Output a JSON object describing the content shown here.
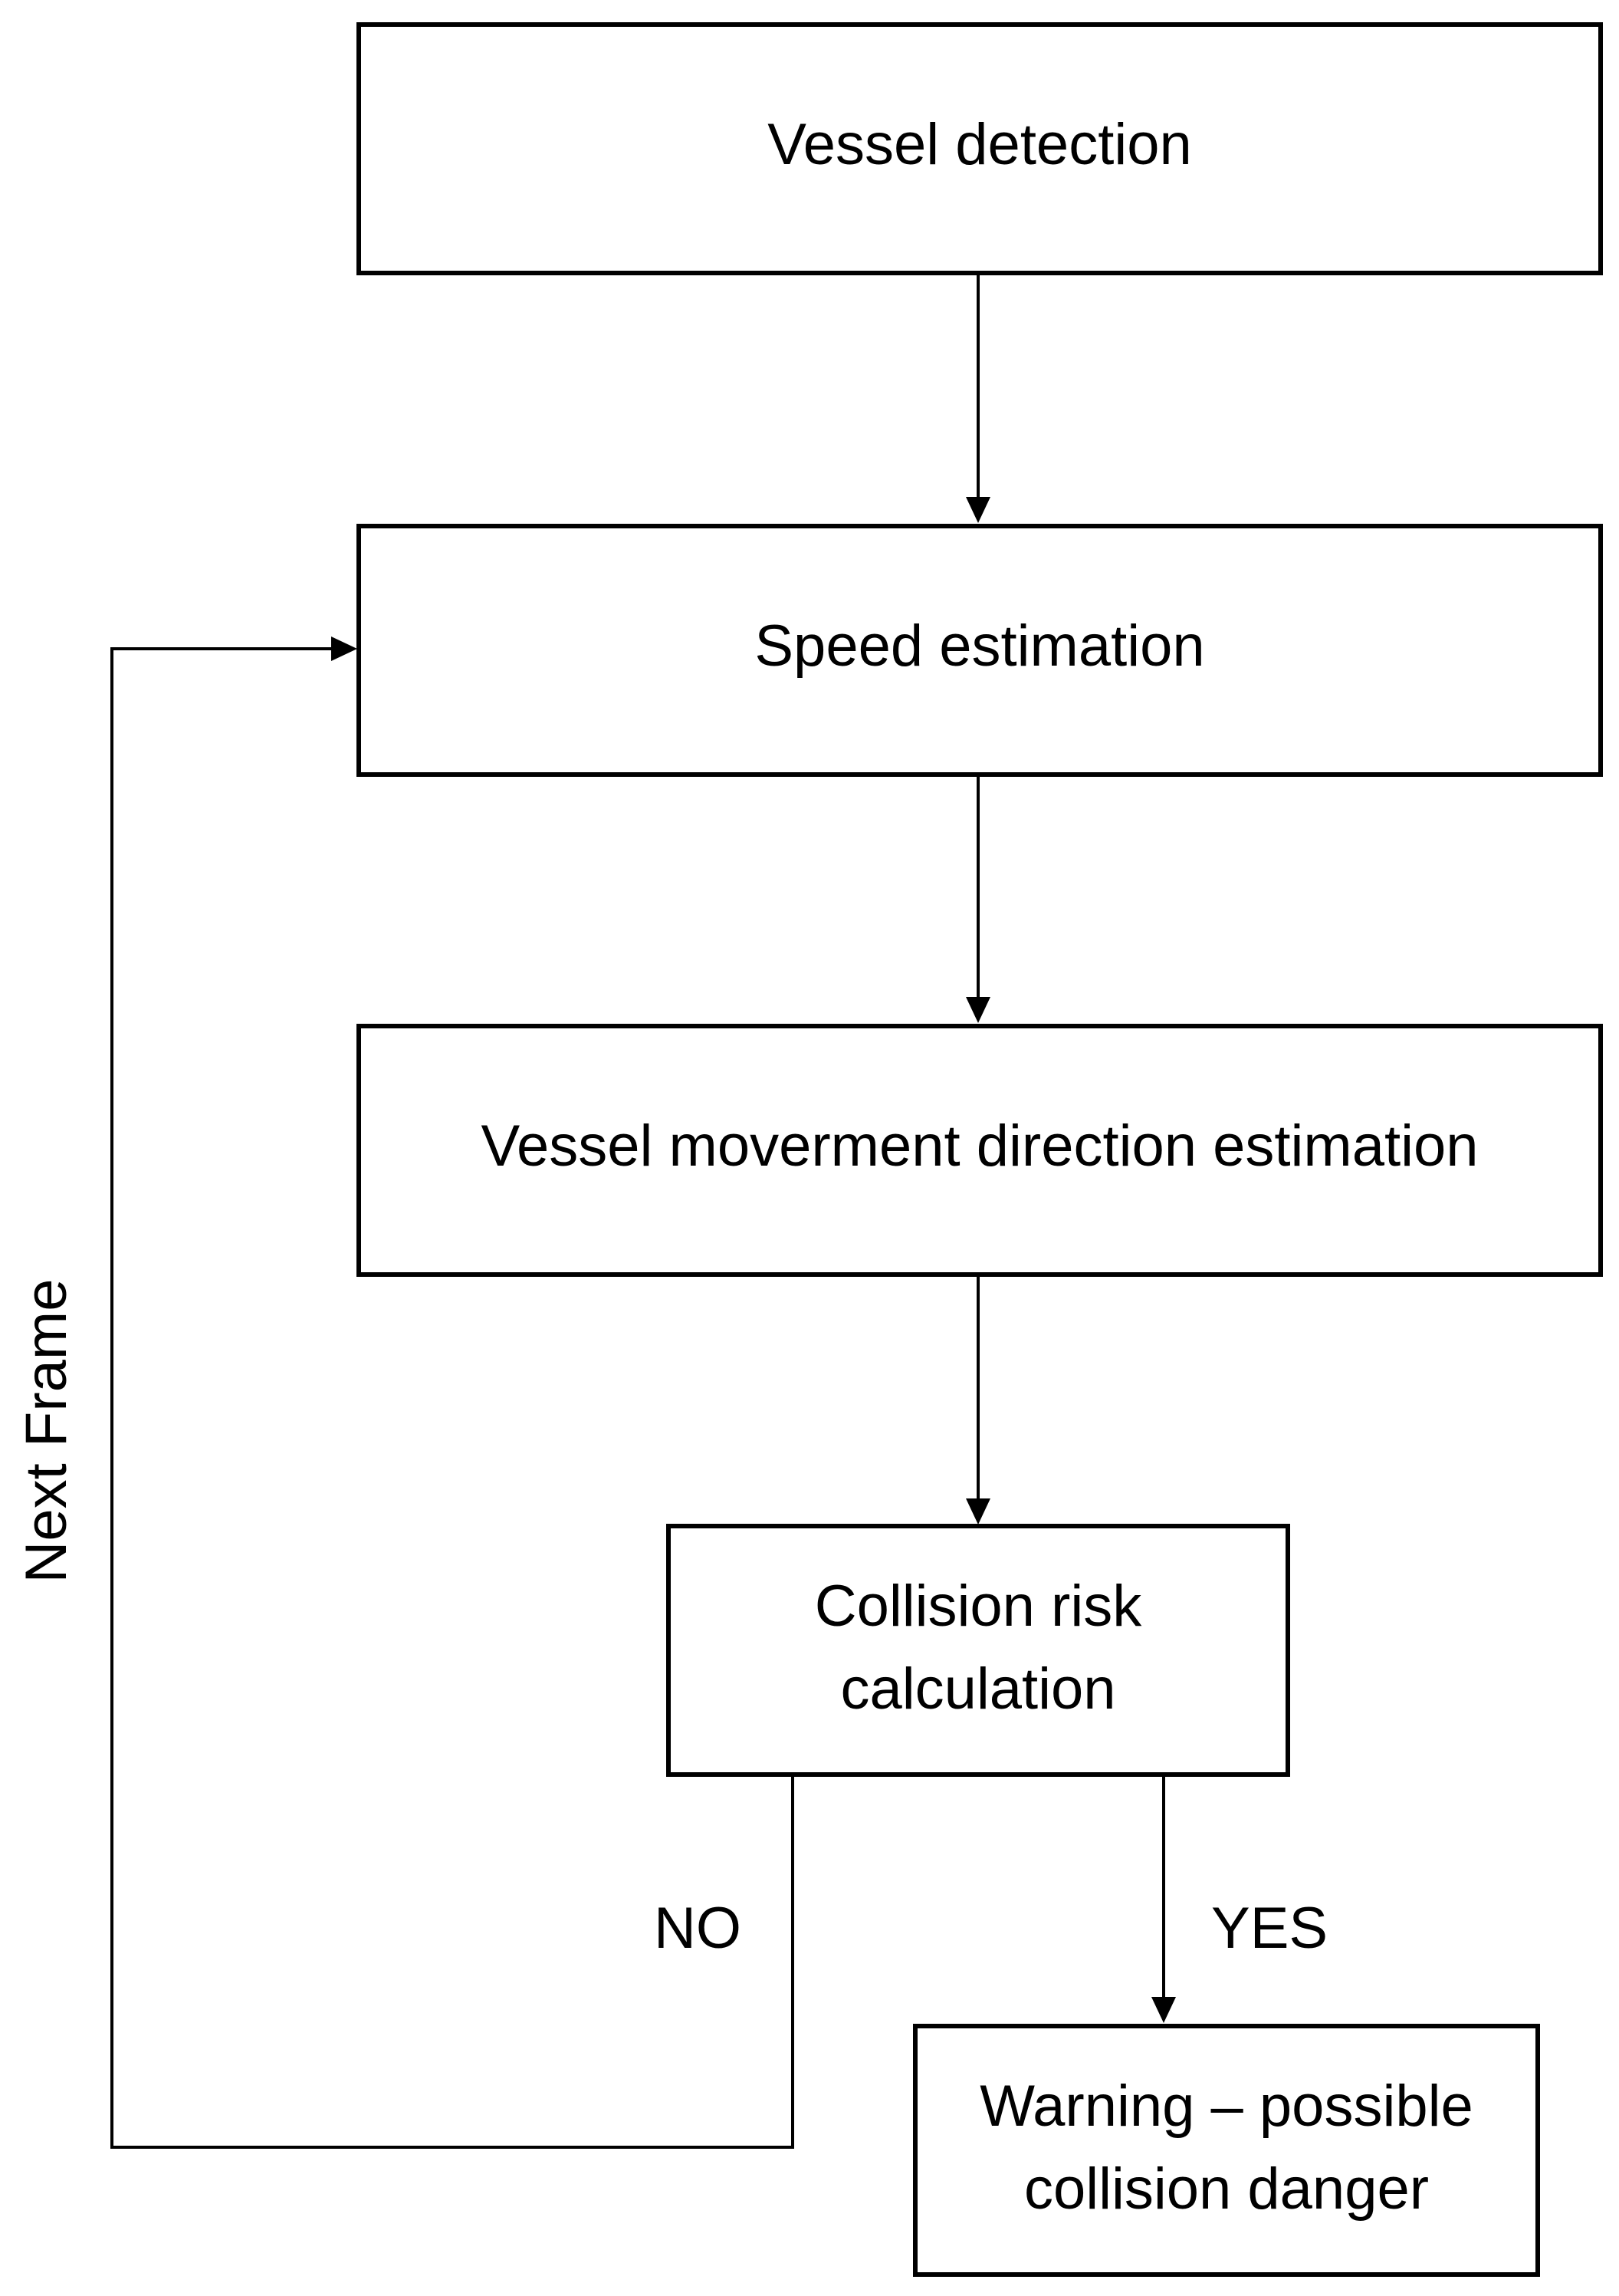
{
  "diagram": {
    "nodes": {
      "vessel_detection": {
        "label": "Vessel detection"
      },
      "speed_estimation": {
        "label": "Speed estimation"
      },
      "direction_estimation": {
        "label": "Vessel moverment direction estimation"
      },
      "collision_risk": {
        "line1": "Collision risk",
        "line2": "calculation"
      },
      "warning": {
        "line1": "Warning – possible",
        "line2": "collision danger"
      }
    },
    "edges": {
      "no_label": "NO",
      "yes_label": "YES",
      "loop_label": "Next Frame"
    }
  }
}
